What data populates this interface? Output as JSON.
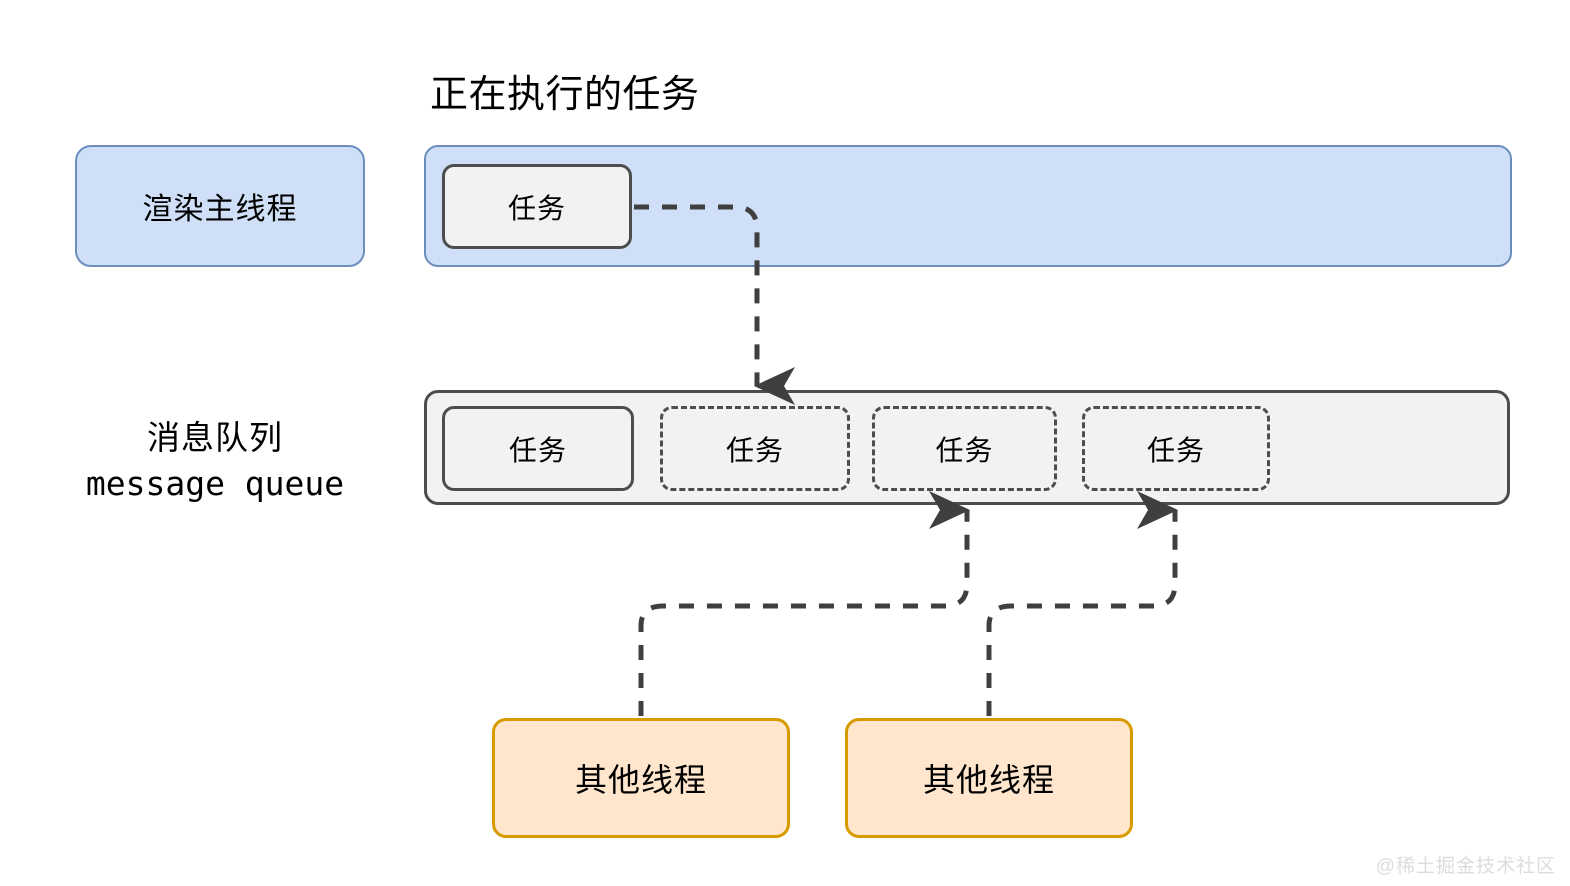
{
  "diagram": {
    "title": "正在执行的任务",
    "watermark": "@稀土掘金技术社区",
    "colors": {
      "main_thread_fill": "#cfdff7",
      "main_thread_border": "#6c8ebf",
      "queue_fill": "#f2f2f2",
      "queue_border": "#4d4d4d",
      "other_thread_fill": "#ffe6cc",
      "other_thread_border": "#d79b00",
      "arrow": "#3f3f3f",
      "background": "#ffffff",
      "watermark": "#dcdcdc"
    }
  },
  "main_thread": {
    "label": "渲染主线程",
    "executing_task": "任务"
  },
  "message_queue": {
    "label_cn": "消息队列",
    "label_en": "message queue",
    "tasks": [
      {
        "label": "任务",
        "style": "solid"
      },
      {
        "label": "任务",
        "style": "dashed"
      },
      {
        "label": "任务",
        "style": "dashed"
      },
      {
        "label": "任务",
        "style": "dashed"
      }
    ]
  },
  "other_threads": [
    {
      "label": "其他线程"
    },
    {
      "label": "其他线程"
    }
  ],
  "arrows": [
    {
      "name": "task-to-queue",
      "from": "executing-task",
      "to": "queue-task-1"
    },
    {
      "name": "thread-1-to-queue-task-2",
      "from": "other-thread-0",
      "to": "queue-task-2"
    },
    {
      "name": "thread-2-to-queue-task-3",
      "from": "other-thread-1",
      "to": "queue-task-3"
    }
  ]
}
